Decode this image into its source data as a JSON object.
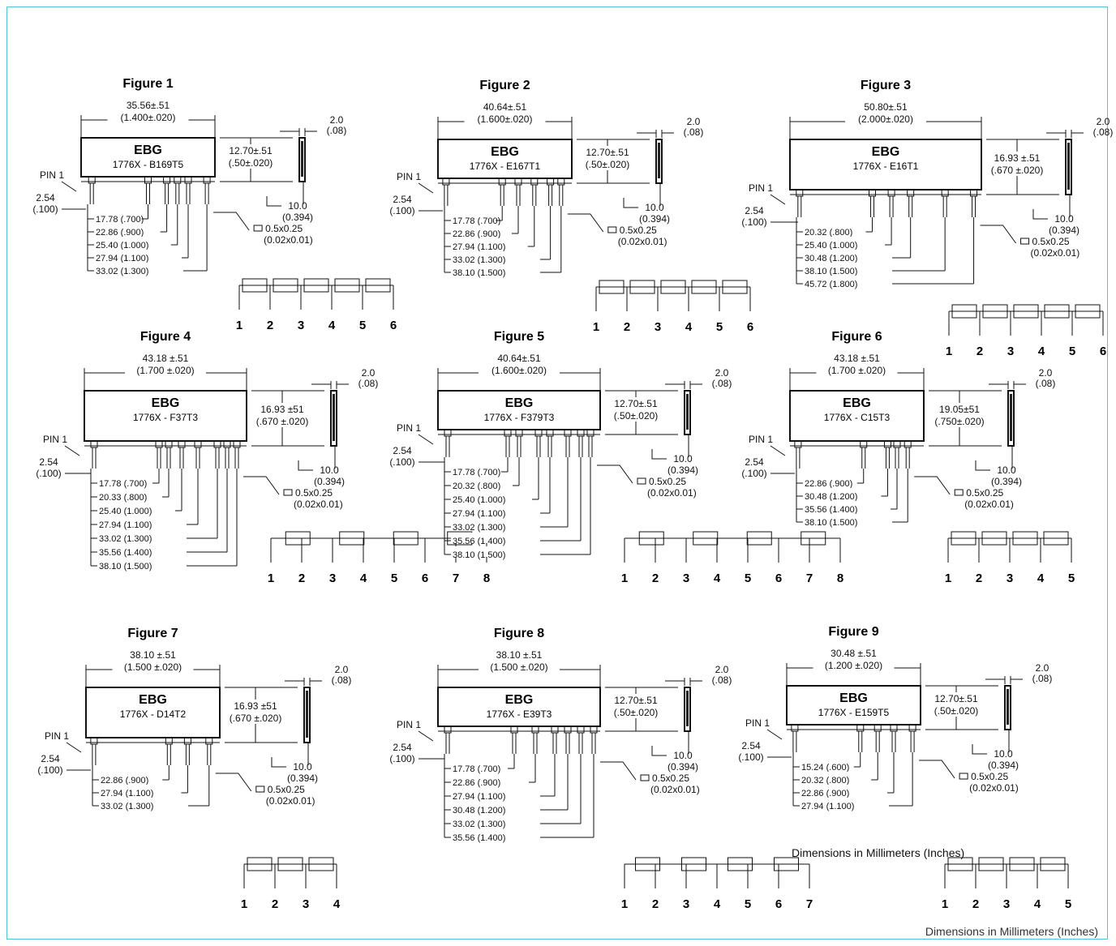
{
  "footer_note": "Dimensions in Millimeters (Inches)",
  "legend_note": "Dimensions in Millimeters (Inches)",
  "common": {
    "brand": "EBG",
    "pin1": "PIN 1",
    "pitch": [
      "2.54",
      "(.100)"
    ],
    "thickness": [
      "2.0",
      "(.08)"
    ],
    "lead_length": [
      "10.0",
      "(0.394)"
    ],
    "lead_section": [
      "0.5x0.25",
      "(0.02x0.01)"
    ]
  },
  "figures": [
    {
      "title": "Figure 1",
      "part": "1776X - B169T5",
      "width": [
        "35.56±.51",
        "(1.400±.020)"
      ],
      "height": [
        "12.70±.51",
        "(.50±.020)"
      ],
      "pins": [
        0.08,
        0.5,
        0.64,
        0.72,
        0.8,
        0.94
      ],
      "dims": [
        "17.78 (.700)",
        "22.86 (.900)",
        "25.40 (1.000)",
        "27.94 (1.100)",
        "33.02 (1.300)"
      ],
      "schematic": {
        "pins": [
          "1",
          "2",
          "3",
          "4",
          "5",
          "6"
        ],
        "boxes": 5
      }
    },
    {
      "title": "Figure 2",
      "part": "1776X - E167T1",
      "width": [
        "40.64±.51",
        "(1.600±.020)"
      ],
      "height": [
        "12.70±.51",
        "(.50±.020)"
      ],
      "pins": [
        0.06,
        0.48,
        0.6,
        0.72,
        0.84,
        0.92
      ],
      "dims": [
        "17.78 (.700)",
        "22.86 (.900)",
        "27.94 (1.100)",
        "33.02 (1.300)",
        "38.10 (1.500)"
      ],
      "schematic": {
        "pins": [
          "1",
          "2",
          "3",
          "4",
          "5",
          "6"
        ],
        "boxes": 5
      }
    },
    {
      "title": "Figure 3",
      "part": "1776X - E16T1",
      "width": [
        "50.80±.51",
        "(2.000±.020)"
      ],
      "height": [
        "16.93 ±.51",
        "(.670 ±.020)"
      ],
      "pins": [
        0.05,
        0.43,
        0.53,
        0.63,
        0.81,
        0.96
      ],
      "dims": [
        "20.32 (.800)",
        "25.40 (1.000)",
        "30.48 (1.200)",
        "38.10 (1.500)",
        "45.72 (1.800)"
      ],
      "schematic": {
        "pins": [
          "1",
          "2",
          "3",
          "4",
          "5",
          "6"
        ],
        "boxes": 5
      }
    },
    {
      "title": "Figure 4",
      "part": "1776X - F37T3",
      "width": [
        "43.18 ±.51",
        "(1.700 ±.020)"
      ],
      "height": [
        "16.93 ±51",
        "(.670 ±.020)"
      ],
      "pins": [
        0.06,
        0.46,
        0.52,
        0.6,
        0.7,
        0.82,
        0.88,
        0.94
      ],
      "dims": [
        "17.78 (.700)",
        "20.33 (.800)",
        "25.40 (1.000)",
        "27.94 (1.100)",
        "33.02 (1.300)",
        "35.56 (1.400)",
        "38.10 (1.500)"
      ],
      "schematic": {
        "pins": [
          "1",
          "2",
          "3",
          "4",
          "5",
          "6",
          "7",
          "8"
        ],
        "boxes": 4
      }
    },
    {
      "title": "Figure 5",
      "part": "1776X - F379T3",
      "width": [
        "40.64±.51",
        "(1.600±.020)"
      ],
      "height": [
        "12.70±.51",
        "(.50±.020)"
      ],
      "pins": [
        0.06,
        0.43,
        0.5,
        0.62,
        0.69,
        0.8,
        0.88,
        0.94
      ],
      "dims": [
        "17.78 (.700)",
        "20.32 (.800)",
        "25.40 (1.000)",
        "27.94 (1.100)",
        "33.02 (1.300)",
        "35.56 (1.400)",
        "38.10 (1.500)"
      ],
      "schematic": {
        "pins": [
          "1",
          "2",
          "3",
          "4",
          "5",
          "6",
          "7",
          "8"
        ],
        "boxes": 4
      }
    },
    {
      "title": "Figure 6",
      "part": "1776X - C15T3",
      "width": [
        "43.18 ±.51",
        "(1.700 ±.020)"
      ],
      "height": [
        "19.05±51",
        "(.750±.020)"
      ],
      "pins": [
        0.06,
        0.55,
        0.73,
        0.8,
        0.88
      ],
      "dims": [
        "22.86 (.900)",
        "30.48 (1.200)",
        "35.56 (1.400)",
        "38.10 (1.500)"
      ],
      "schematic": {
        "pins": [
          "1",
          "2",
          "3",
          "4",
          "5"
        ],
        "boxes": 4
      }
    },
    {
      "title": "Figure 7",
      "part": "1776X - D14T2",
      "width": [
        "38.10 ±.51",
        "(1.500 ±.020)"
      ],
      "height": [
        "16.93 ±51",
        "(.670 ±.020)"
      ],
      "pins": [
        0.06,
        0.62,
        0.76,
        0.92
      ],
      "dims": [
        "22.86 (.900)",
        "27.94 (1.100)",
        "33.02 (1.300)"
      ],
      "schematic": {
        "pins": [
          "1",
          "2",
          "3",
          "4"
        ],
        "boxes": 3
      }
    },
    {
      "title": "Figure 8",
      "part": "1776X - E39T3",
      "width": [
        "38.10 ±.51",
        "(1.500 ±.020)"
      ],
      "height": [
        "12.70±.51",
        "(.50±.020)"
      ],
      "pins": [
        0.06,
        0.47,
        0.6,
        0.72,
        0.8,
        0.88,
        0.96
      ],
      "dims": [
        "17.78 (.700)",
        "22.86 (.900)",
        "27.94 (1.100)",
        "30.48 (1.200)",
        "33.02 (1.300)",
        "35.56 (1.400)"
      ],
      "schematic": {
        "pins": [
          "1",
          "2",
          "3",
          "4",
          "5",
          "6",
          "7"
        ],
        "boxes": 4
      }
    },
    {
      "title": "Figure 9",
      "part": "1776X - E159T5",
      "width": [
        "30.48 ±.51",
        "(1.200 ±.020)"
      ],
      "height": [
        "12.70±.51",
        "(.50±.020)"
      ],
      "pins": [
        0.06,
        0.55,
        0.68,
        0.8,
        0.94
      ],
      "dims": [
        "15.24 (.600)",
        "20.32 (.800)",
        "22.86 (.900)",
        "27.94 (1.100)"
      ],
      "schematic": {
        "pins": [
          "1",
          "2",
          "3",
          "4",
          "5"
        ],
        "boxes": 4
      }
    }
  ]
}
